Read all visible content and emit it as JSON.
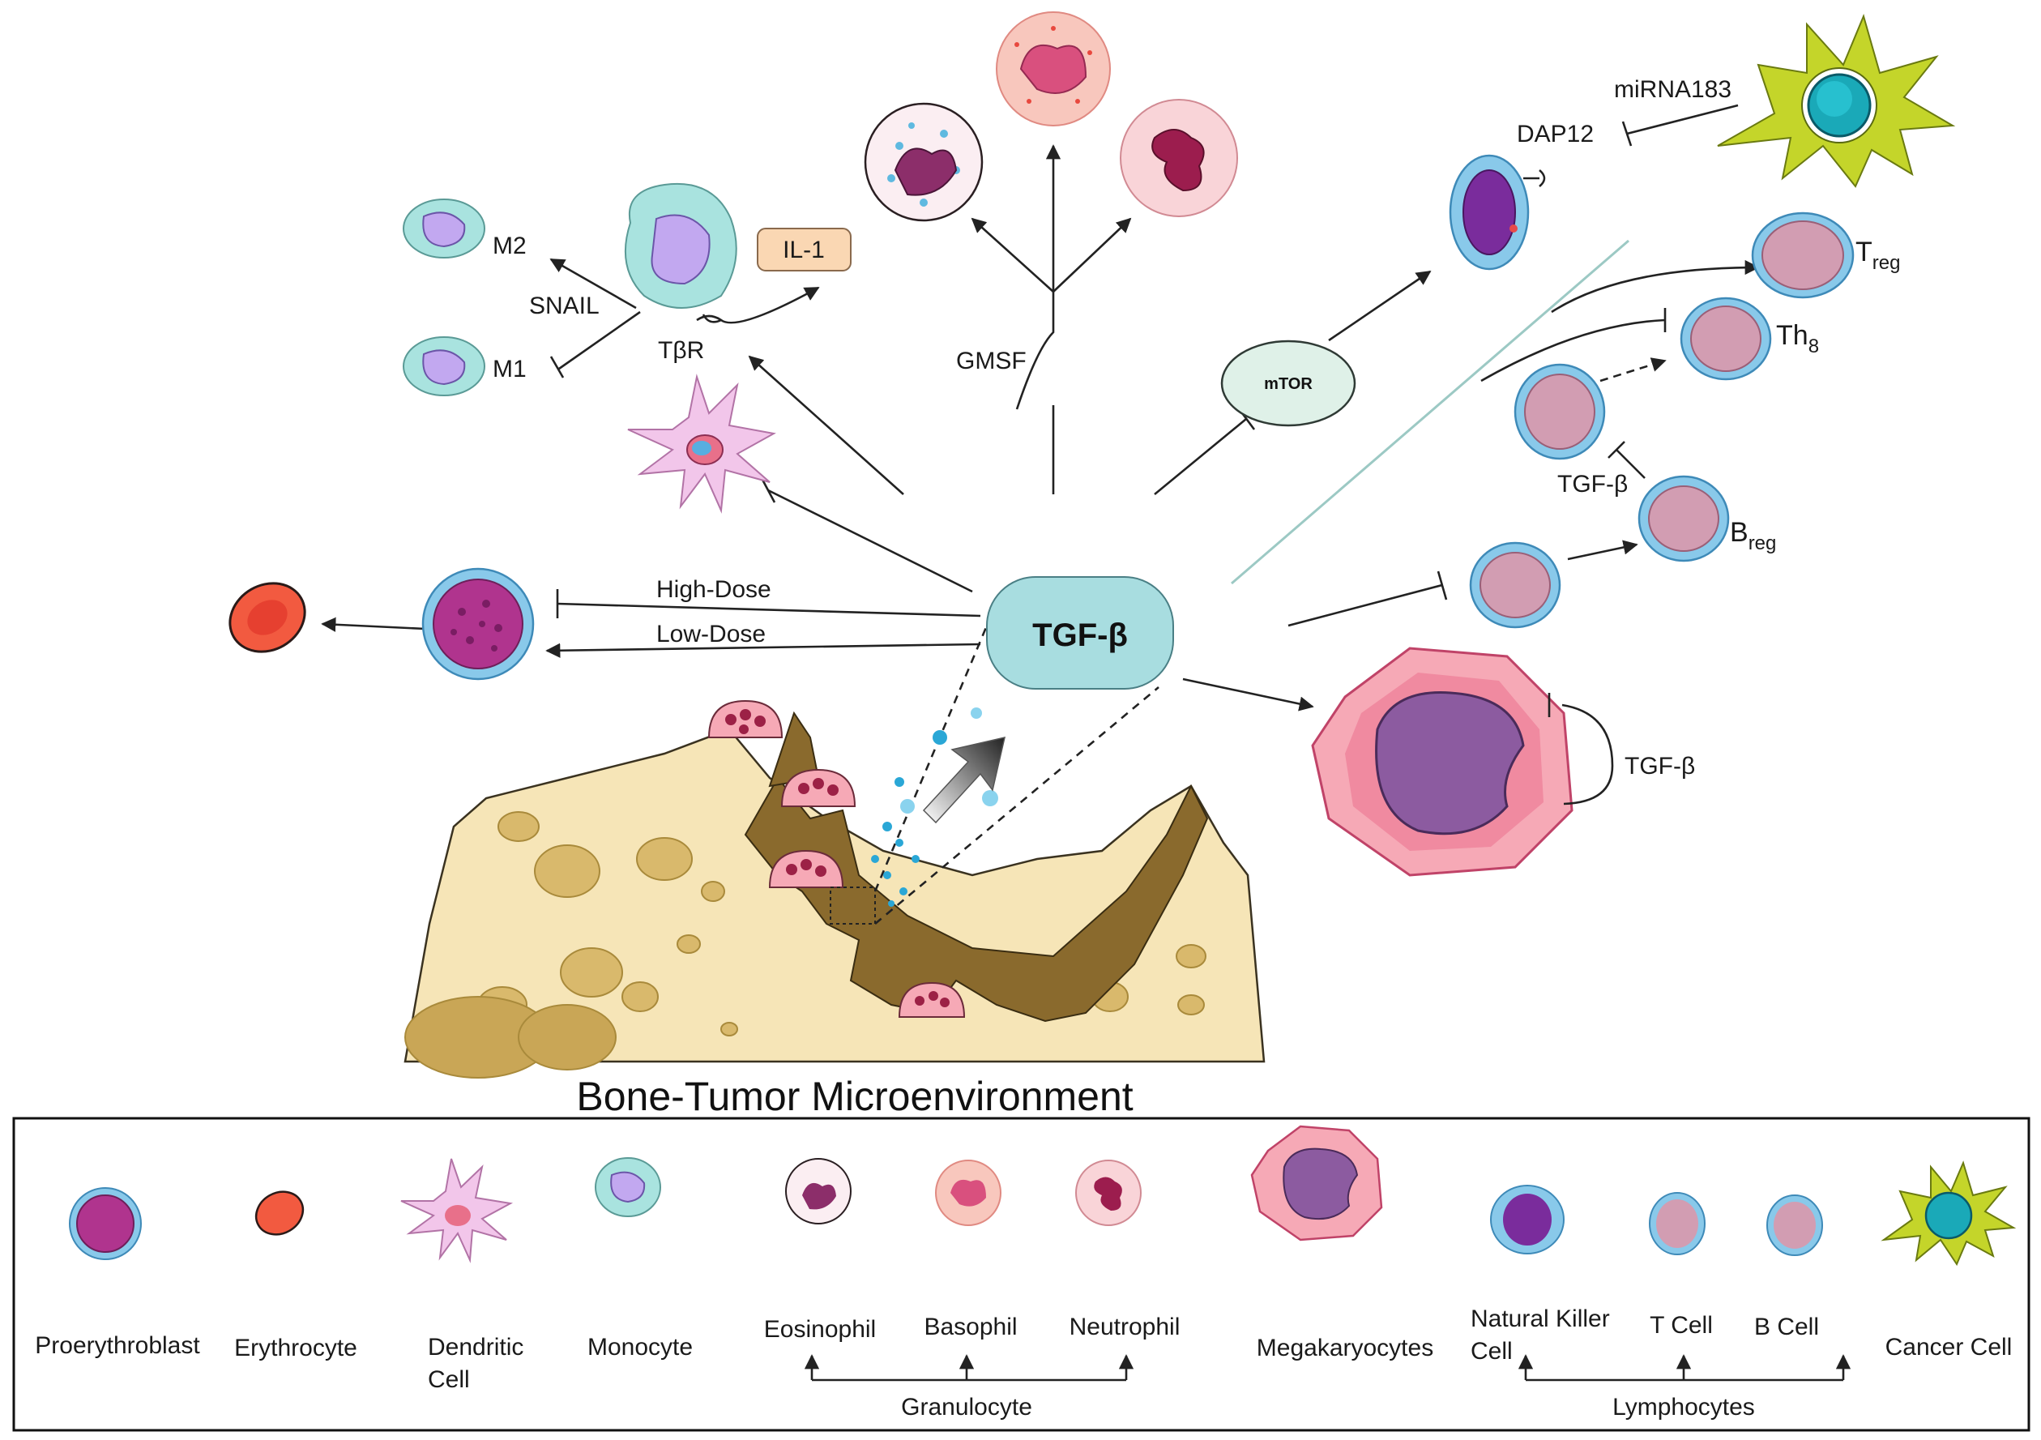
{
  "diagram": {
    "title": "Bone-Tumor Microenvironment",
    "center_label": "TGF-β",
    "mtor_label": "mTOR",
    "il1_label": "IL-1",
    "labels": {
      "m2": "M2",
      "m1": "M1",
      "snail": "SNAIL",
      "tbr": "TβR",
      "gmsf": "GMSF",
      "mirna": "miRNA183",
      "dap12": "DAP12",
      "treg_main": "T",
      "treg_sub": "reg",
      "th_main": "Th",
      "th_sub": "8",
      "breg_main": "B",
      "breg_sub": "reg",
      "tgf_b_side": "TGF-β",
      "tgf_b_loop": "TGF-β",
      "high_dose": "High-Dose",
      "low_dose": "Low-Dose"
    },
    "colors": {
      "tgf_fill": "#a8dde0",
      "mtor_fill": "#dff1e8",
      "il1_fill": "#fad7b3",
      "bone": "#f6e5b7",
      "tumor_brown": "#8a6a2d",
      "arrow": "#222222"
    }
  },
  "legend": {
    "items": [
      {
        "label": "Proerythroblast"
      },
      {
        "label": "Erythrocyte"
      },
      {
        "label": "Dendritic\nCell",
        "line1": "Dendritic",
        "line2": "Cell"
      },
      {
        "label": "Monocyte"
      },
      {
        "label": "Eosinophil"
      },
      {
        "label": "Basophil"
      },
      {
        "label": "Neutrophil"
      },
      {
        "label": "Megakaryocytes"
      },
      {
        "label": "Natural Killer Cell",
        "line1": "Natural Killer",
        "line2": "Cell"
      },
      {
        "label": "T Cell"
      },
      {
        "label": "B Cell"
      },
      {
        "label": "Cancer Cell"
      }
    ],
    "groups": {
      "granulocyte": "Granulocyte",
      "lymphocytes": "Lymphocytes"
    }
  }
}
